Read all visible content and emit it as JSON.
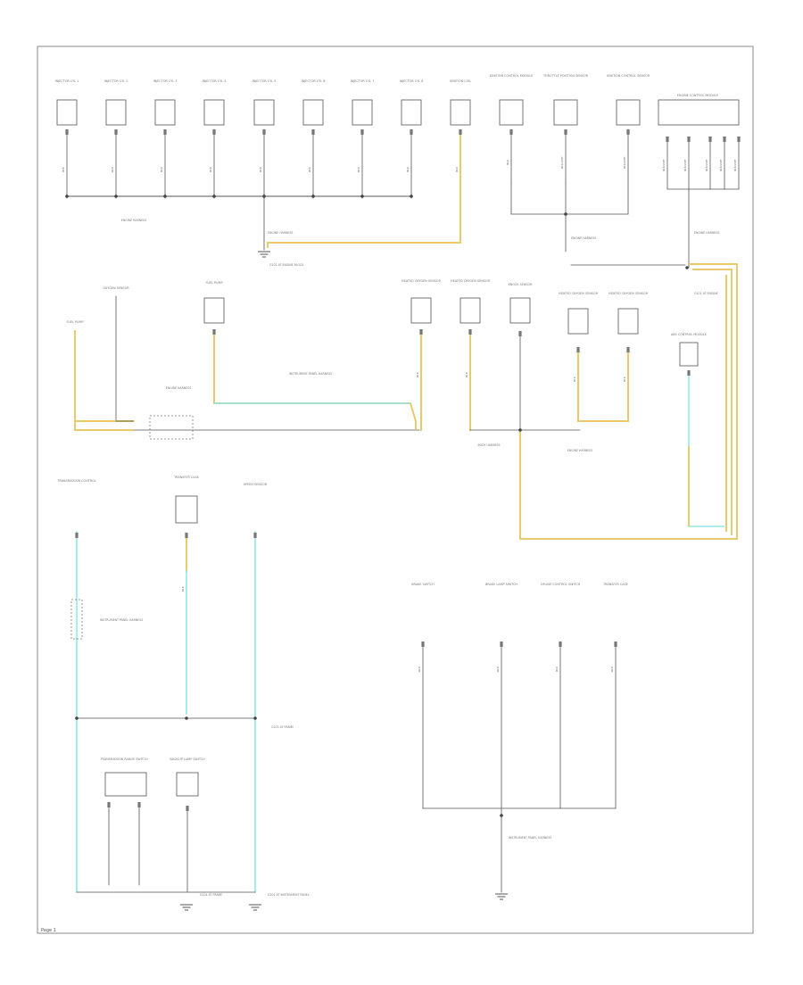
{
  "page": {
    "id": "Page 1",
    "wire_colors": {
      "plain": "#555555",
      "yellow": "#e8c96b",
      "cyan": "#8fe6ea"
    }
  },
  "component_labels": [
    "INJECTOR CYL 1",
    "INJECTOR CYL 2",
    "INJECTOR CYL 3",
    "INJECTOR CYL 4",
    "INJECTOR CYL 5",
    "INJECTOR CYL 6",
    "INJECTOR CYL 7",
    "INJECTOR CYL 8",
    "IGNITION COIL",
    "IGNITION CONTROL MODULE",
    "THROTTLE POSITION SENSOR",
    "IGNITION CONTROL SENSOR",
    "ENGINE CONTROL MODULE",
    "OXYGEN SENSOR",
    "FUEL PUMP",
    "HEATED OXYGEN SENSOR",
    "HEATED OXYGEN SENSOR",
    "KNOCK SENSOR",
    "HEATED OXYGEN SENSOR",
    "HEATED OXYGEN SENSOR",
    "ABS CONTROL MODULE",
    "TRANSMISSION CONTROL",
    "TRANSFER CASE",
    "SPEED SENSOR",
    "TRANSMISSION RANGE SWITCH",
    "BACK-UP LAMP SWITCH",
    "BRAKE SWITCH",
    "BRAKE LAMP SWITCH",
    "CRUISE CONTROL SWITCH"
  ],
  "note_labels": [
    "ENGINE HARNESS",
    "ENGINE HARNESS",
    "G102 AT ENGINE BLOCK",
    "ENGINE HARNESS",
    "ENGINE HARNESS",
    "G101 AT ENGINE",
    "ENGINE HARNESS",
    "INSTRUMENT PANEL HARNESS",
    "BODY HARNESS",
    "ENGINE HARNESS",
    "INSTRUMENT PANEL HARNESS",
    "G103 AT FRAME",
    "G104 AT FRAME",
    "G201 AT INSTRUMENT PANEL",
    "INSTRUMENT PANEL HARNESS"
  ],
  "wire_labels": [
    "BLK",
    "BLK",
    "BLK",
    "BLK",
    "BLK",
    "BLK",
    "BLK",
    "BLK",
    "BLK",
    "BLK",
    "BLK",
    "BLK",
    "BLK",
    "BLK/WHT",
    "BLK/WHT",
    "BLK/WHT",
    "BLK",
    "BLK",
    "BLK",
    "BLK",
    "BLK",
    "BLK",
    "BLK",
    "BLK",
    "BLK",
    "BLK",
    "BLK",
    "BLK",
    "BLK",
    "BLK",
    "BLK",
    "BLK",
    "BLK"
  ]
}
